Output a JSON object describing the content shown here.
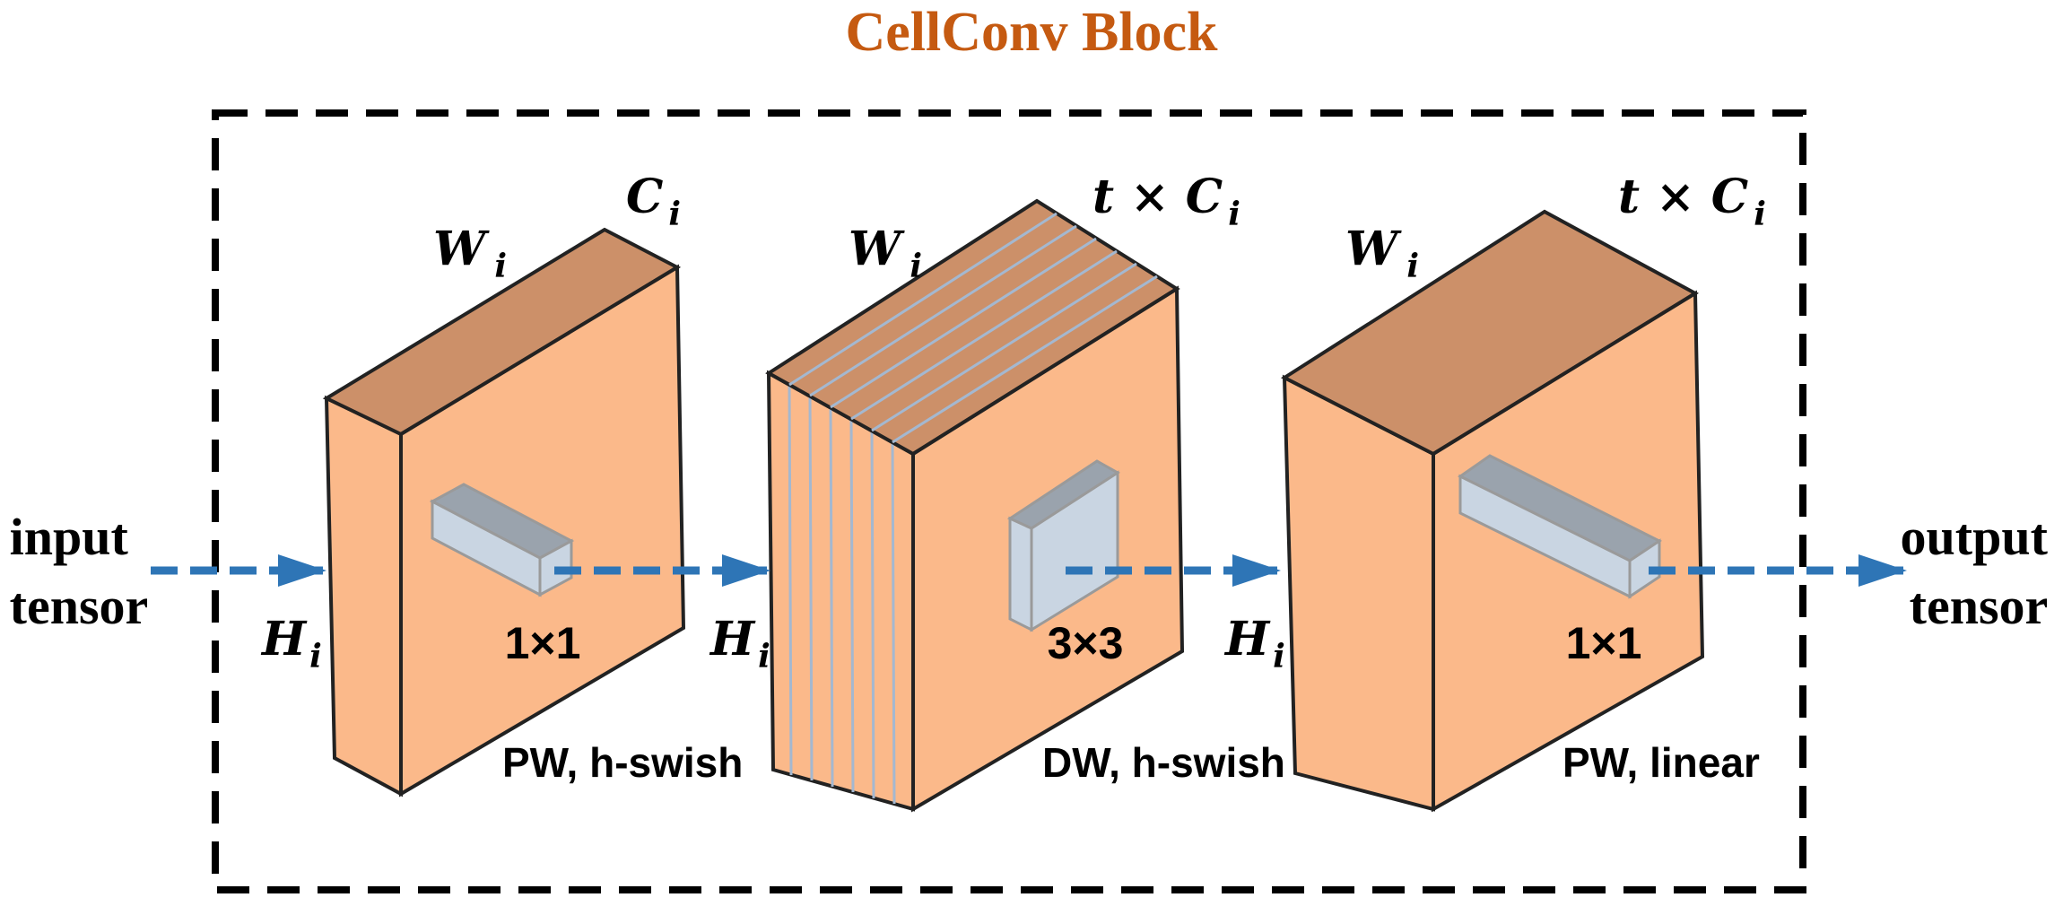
{
  "title": "CellConv Block",
  "colors": {
    "title": "#c55a11",
    "arrow": "#2e75b6",
    "front_face": "#fbb98a",
    "top_face": "#cc9069",
    "kernel_front": "#c9d5e2",
    "kernel_top": "#9aa3ad",
    "slice_line": "#a4b8d0",
    "border": "#000000"
  },
  "input_label": [
    "input",
    "tensor"
  ],
  "output_label": [
    "output",
    "tensor"
  ],
  "blocks": [
    {
      "width": {
        "main": "W",
        "sub": "i"
      },
      "channels": {
        "prefix": "",
        "main": "C",
        "sub": "i"
      },
      "height": {
        "main": "H",
        "sub": "i"
      },
      "kernel": "1×1",
      "operation": "PW, h-swish"
    },
    {
      "width": {
        "main": "W",
        "sub": "i"
      },
      "channels": {
        "prefix": "t × ",
        "main": "C",
        "sub": "i"
      },
      "height": {
        "main": "H",
        "sub": "i"
      },
      "kernel": "3×3",
      "operation": "DW, h-swish"
    },
    {
      "width": {
        "main": "W",
        "sub": "i"
      },
      "channels": {
        "prefix": "t × ",
        "main": "C",
        "sub": "i"
      },
      "height": {
        "main": "H",
        "sub": "i"
      },
      "kernel": "1×1",
      "operation": "PW, linear"
    }
  ]
}
